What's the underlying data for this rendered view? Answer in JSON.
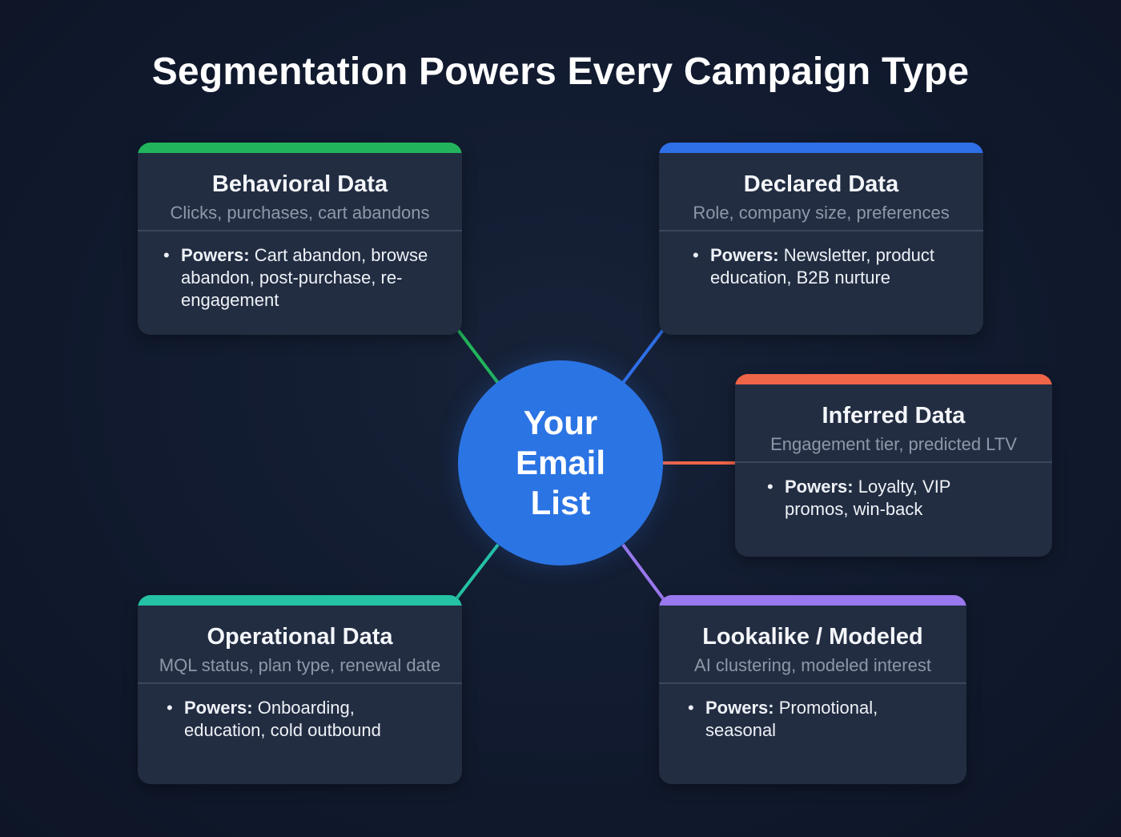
{
  "title": "Segmentation Powers Every Campaign Type",
  "hub": {
    "lines": [
      "Your",
      "Email",
      "List"
    ],
    "color": "#2b74e4"
  },
  "cards": [
    {
      "id": "behavioral",
      "title": "Behavioral Data",
      "subtitle": "Clicks, purchases, cart abandons",
      "powers_label": "Powers:",
      "powers_text": "Cart abandon, browse abandon, post-purchase, re-engagement",
      "color": "#22b45c"
    },
    {
      "id": "declared",
      "title": "Declared Data",
      "subtitle": "Role, company size, preferences",
      "powers_label": "Powers:",
      "powers_text": "Newsletter, product education, B2B nurture",
      "color": "#2f6fe8"
    },
    {
      "id": "inferred",
      "title": "Inferred Data",
      "subtitle": "Engagement tier, predicted LTV",
      "powers_label": "Powers:",
      "powers_text": "Loyalty, VIP promos, win-back",
      "color": "#ef6548"
    },
    {
      "id": "operational",
      "title": "Operational Data",
      "subtitle": "MQL status, plan type, renewal date",
      "powers_label": "Powers:",
      "powers_text": "Onboarding, education, cold outbound",
      "color": "#25c2a6"
    },
    {
      "id": "lookalike",
      "title": "Lookalike / Modeled",
      "subtitle": "AI clustering, modeled interest",
      "powers_label": "Powers:",
      "powers_text": "Promotional, seasonal",
      "color": "#9a78ee"
    }
  ]
}
